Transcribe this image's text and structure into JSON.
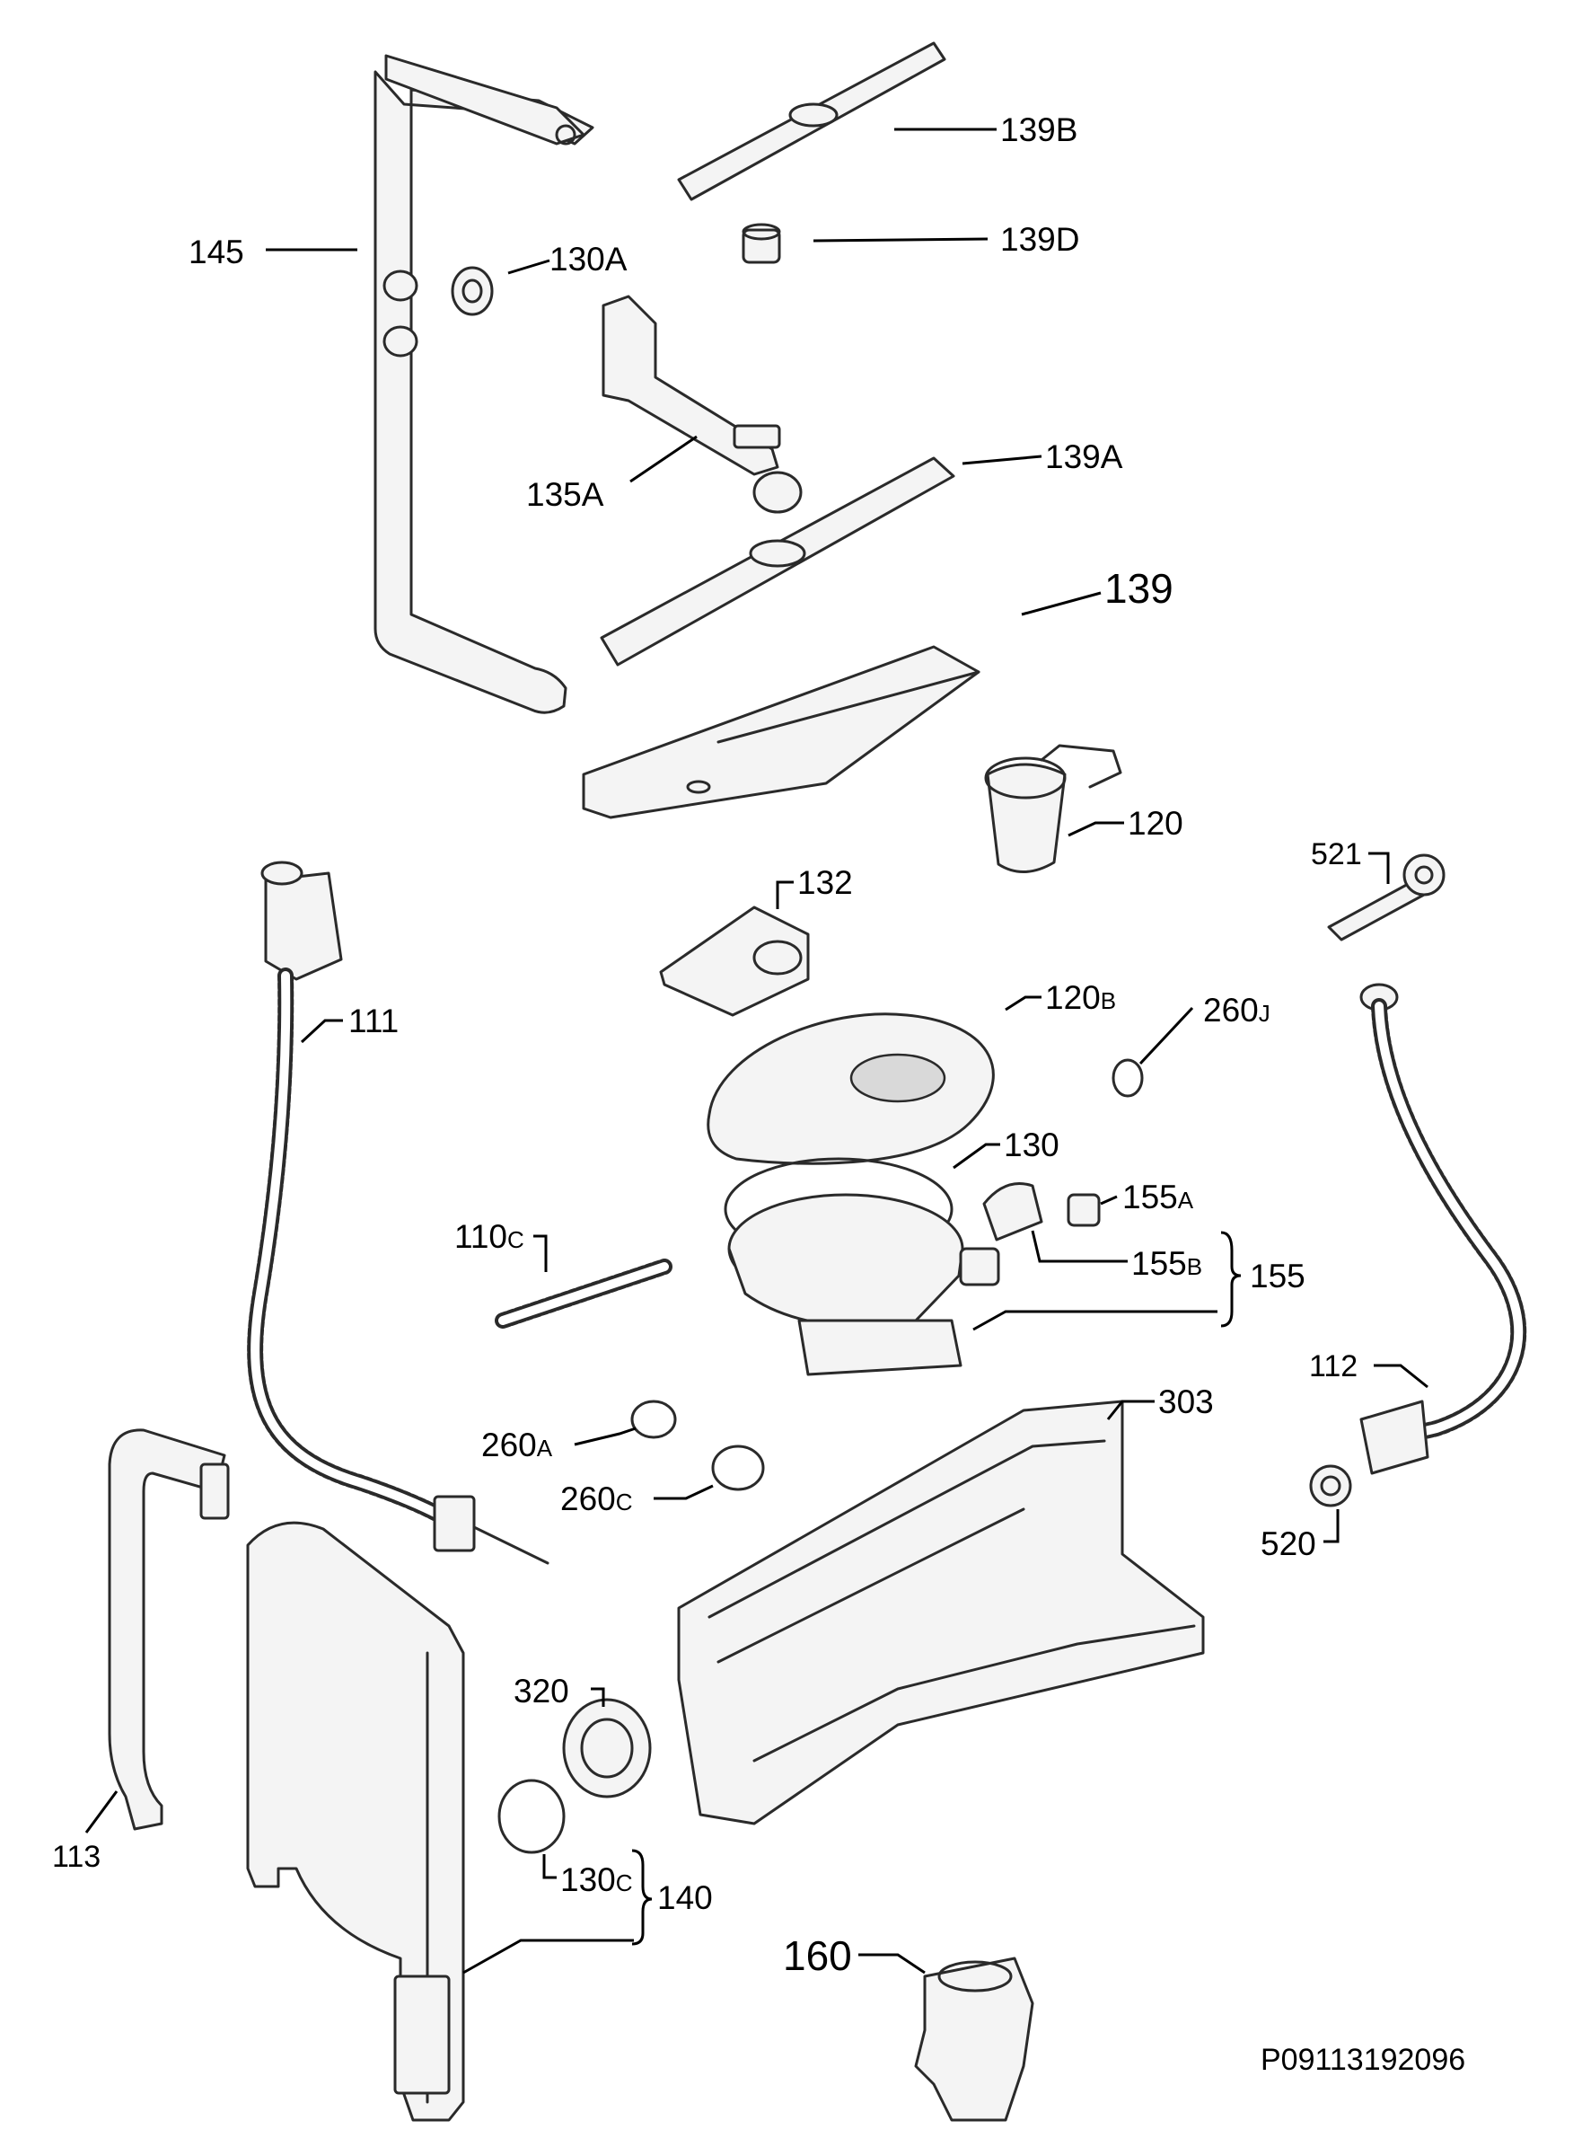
{
  "labels": {
    "p145": "145",
    "p130A": "130A",
    "p139B": "139B",
    "p139D": "139D",
    "p135A": "135A",
    "p139A": "139A",
    "p139": "139",
    "p120": "120",
    "p521": "521",
    "p132": "132",
    "p111": "111",
    "p120B_main": "120",
    "p120B_sub": "B",
    "p260J_main": "260",
    "p260J_sub": "J",
    "p130": "130",
    "p155A_main": "155",
    "p155A_sub": "A",
    "p110C_main": "110",
    "p110C_sub": "C",
    "p155B_main": "155",
    "p155B_sub": "B",
    "p155": "155",
    "p112": "112",
    "p303": "303",
    "p260A_main": "260",
    "p260A_sub": "A",
    "p260C_main": "260",
    "p260C_sub": "C",
    "p520": "520",
    "p320": "320",
    "p113": "113",
    "p130C_main": "130",
    "p130C_sub": "C",
    "p140": "140",
    "p160": "160",
    "drawing_number": "P09113192096"
  }
}
